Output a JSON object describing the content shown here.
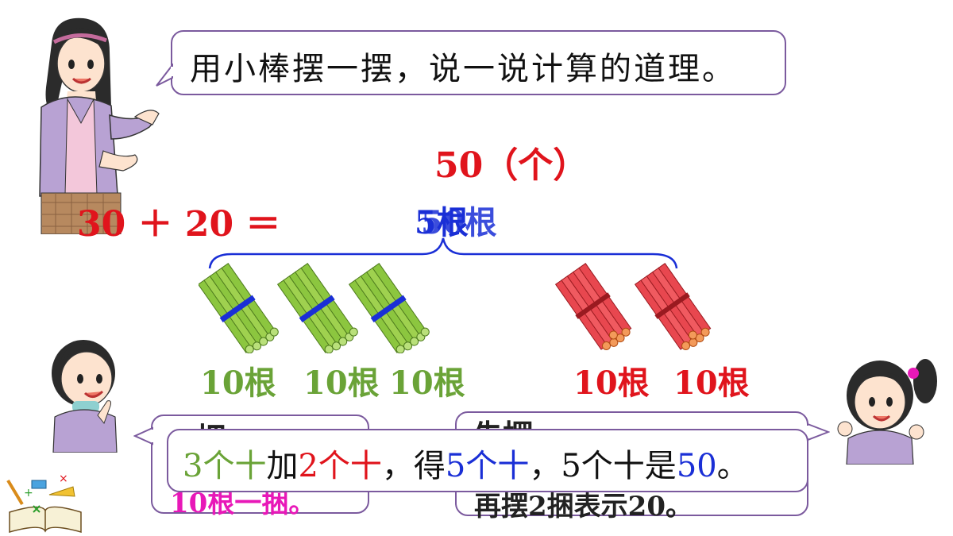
{
  "prompt_bubble": {
    "text": "用小棒摆一摆，说一说计算的道理。"
  },
  "equation": {
    "text": "30 ＋ 20 ＝"
  },
  "total": {
    "text": "50（个）"
  },
  "overlap": {
    "a": "5根",
    "b": "50根"
  },
  "bundle_labels": {
    "green": [
      "10根",
      "10根",
      "10根"
    ],
    "red": [
      "10根",
      "10根"
    ]
  },
  "hidden_left": {
    "line1": "把",
    "line2": "10根一捆。"
  },
  "hidden_right": {
    "line1": "先摆",
    "line2": "再摆2捆表示20。"
  },
  "explain": {
    "p1": "3个十",
    "p2": "加",
    "p3": "2个十",
    "p4": "，得",
    "p5": "5个十",
    "p6": "，5个十是",
    "p7": "50",
    "p8": "。"
  },
  "colors": {
    "red": "#e0141c",
    "green": "#6aa337",
    "blue": "#1a2fd6",
    "magenta": "#e818b8",
    "bubble_border": "#7b5a9e"
  }
}
